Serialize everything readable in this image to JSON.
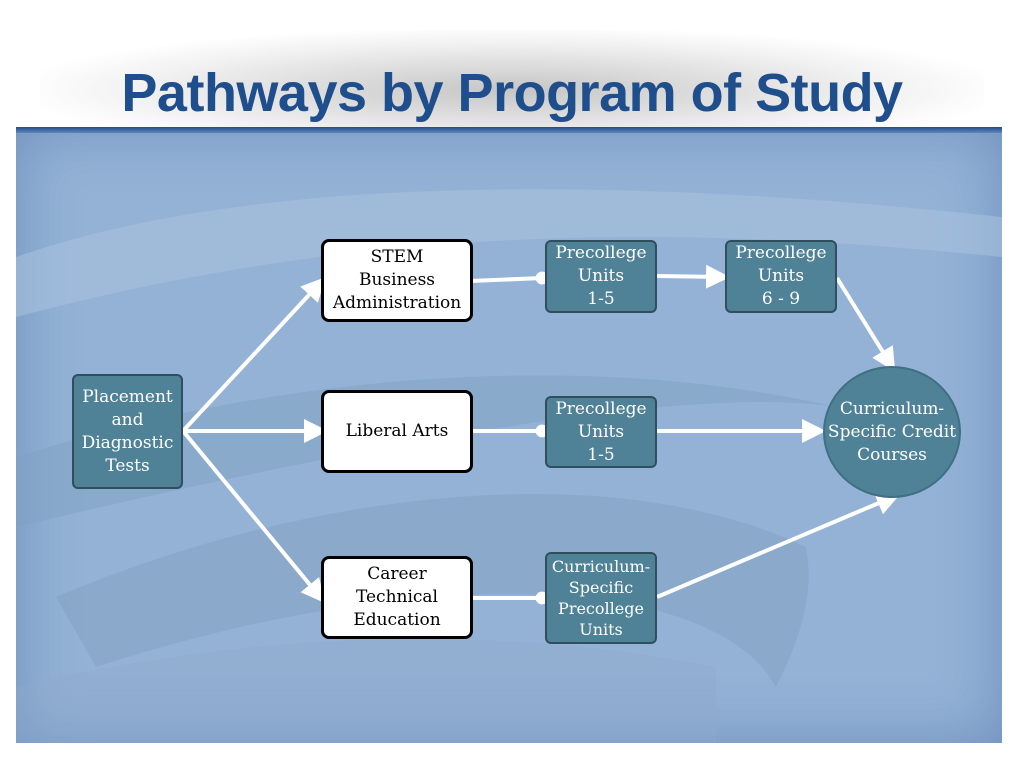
{
  "title": "Pathways by Program of Study",
  "nodes": {
    "placement": "Placement\nand\nDiagnostic\nTests",
    "stem": "STEM\nBusiness\nAdministration",
    "liberal_arts": "Liberal Arts",
    "career": "Career\nTechnical\nEducation",
    "precollege_stem_1": "Precollege\nUnits\n1-5",
    "precollege_stem_2": "Precollege\nUnits\n6 - 9",
    "precollege_la": "Precollege\nUnits\n1-5",
    "curriculum_precollege": "Curriculum-\nSpecific\nPrecollege\nUnits",
    "credit_courses": "Curriculum-\nSpecific Credit\nCourses"
  },
  "colors": {
    "title": "#1f4e8c",
    "panel": "#94b2d6",
    "teal_box": "#4f8197",
    "arrow": "#ffffff"
  }
}
